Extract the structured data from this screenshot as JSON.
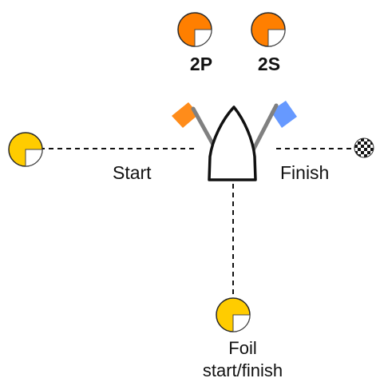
{
  "colors": {
    "orange_mark": "#FF7F00",
    "yellow_mark": "#FFCC00",
    "orange_flag": "#FF8C1A",
    "blue_flag": "#6699FF",
    "line": "#111111",
    "pole": "#808080",
    "mark_outline": "#2a2a2a"
  },
  "marks": [
    {
      "id": "2p",
      "label": "2P",
      "color": "orange",
      "icon": "orange-buoy-icon"
    },
    {
      "id": "2s",
      "label": "2S",
      "color": "orange",
      "icon": "orange-buoy-icon"
    },
    {
      "id": "start-pin",
      "color": "yellow",
      "icon": "yellow-buoy-icon"
    },
    {
      "id": "foil",
      "color": "yellow",
      "icon": "yellow-buoy-icon"
    }
  ],
  "labels": {
    "start": "Start",
    "finish": "Finish",
    "foil_line1": "Foil",
    "foil_line2": "start/finish"
  },
  "icons": {
    "committee_boat": "committee-boat-icon",
    "orange_flag": "orange-flag-icon",
    "blue_flag": "blue-flag-icon",
    "finish_flag": "checkered-flag-icon"
  }
}
